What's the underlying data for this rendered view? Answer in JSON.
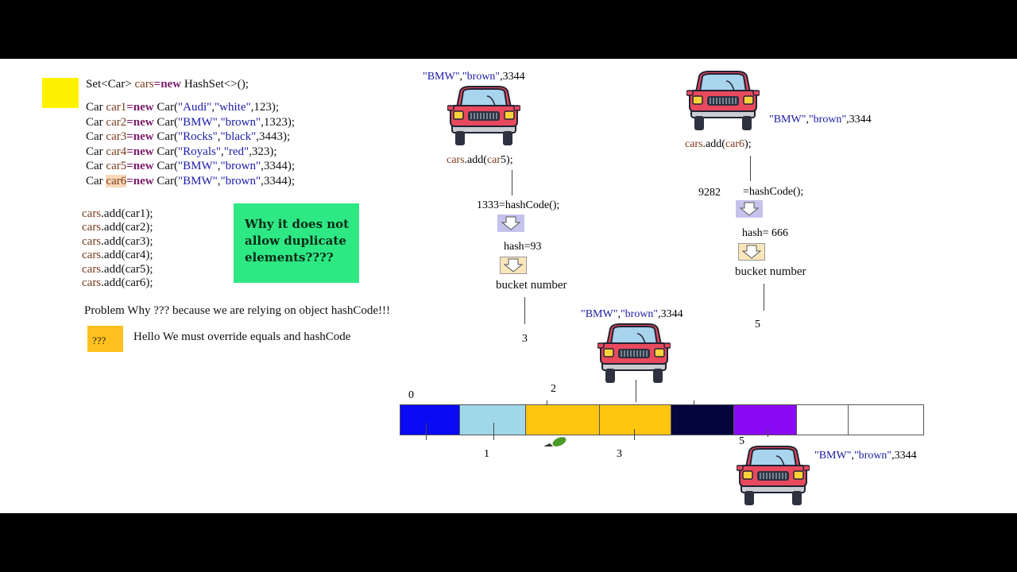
{
  "code": {
    "decl": {
      "a": "Set<Car> ",
      "b": "cars",
      "c": "=",
      "d": "new",
      "e": " HashSet<>();"
    },
    "cars": [
      {
        "v": "car1",
        "args": [
          "\"Audi\"",
          ",",
          "\"white\"",
          ",123);"
        ]
      },
      {
        "v": "car2",
        "args": [
          "\"BMW\"",
          ",",
          "\"brown\"",
          ",1323);"
        ]
      },
      {
        "v": "car3",
        "args": [
          "\"Rocks\"",
          ",",
          "\"black\"",
          ",3443);"
        ]
      },
      {
        "v": "car4",
        "args": [
          "\"Royals\"",
          ",",
          "\"red\"",
          ",323);"
        ]
      },
      {
        "v": "car5",
        "args": [
          "\"BMW\"",
          ",",
          "\"brown\"",
          ",3344);"
        ]
      },
      {
        "v": "car6",
        "args": [
          "\"BMW\"",
          ",",
          "\"brown\"",
          ",3344);"
        ]
      }
    ],
    "car_word": "Car ",
    "new_word": "new",
    "eq": "=",
    "ctor": " Car(",
    "adds": [
      "car1",
      "car2",
      "car3",
      "car4",
      "car5",
      "car6"
    ],
    "add_prefix": "cars",
    "add_mid": ".add(",
    "add_suffix": ");"
  },
  "callout": {
    "line1": "Why it does not",
    "line2": "allow duplicate",
    "line3": "elements????"
  },
  "problem_text": "Problem Why ??? because we are relying on object hashCode!!!",
  "qbox_text": "???",
  "hello_text": "Hello We must override equals and hashCode",
  "flow_left": {
    "label": {
      "a": "\"BMW\"",
      "b": ",",
      "c": "\"brown\"",
      "d": ",3344"
    },
    "add": {
      "a": "cars",
      "b": ".add(",
      "c": "car",
      "d": "5",
      "e": ");"
    },
    "hashcode": "1333=hashCode();",
    "hash": "hash=93",
    "bucket": "bucket number",
    "num": "3"
  },
  "flow_right": {
    "label": {
      "a": "\"BMW\"",
      "b": ",",
      "c": "\"brown\"",
      "d": ",3344"
    },
    "add": {
      "a": "cars",
      "b": ".add(",
      "c": "car6",
      "d": ");"
    },
    "code_num": "9282",
    "hashcode": "=hashCode();",
    "hash": "hash= 666",
    "bucket": "bucket number",
    "num": "5"
  },
  "middle_label": {
    "a": "\"BMW\"",
    "b": ",",
    "c": "\"brown\"",
    "d": ",3344"
  },
  "bottom_label": {
    "a": "\"BMW\"",
    "b": ",",
    "c": "\"brown\"",
    "d": ",3344"
  },
  "bucket_labels": {
    "b0": "0",
    "b1": "1",
    "b2": "2",
    "b3": "3",
    "b5": "5"
  },
  "colors": {
    "buckets": [
      "#0a0af5",
      "#a0d8ea",
      "#ffc50f",
      "#ffc50f",
      "#05053d",
      "#8a0af5",
      "#ffffff",
      "#ffffff"
    ],
    "yellow": "#fff200",
    "green": "#2ee884",
    "orange": "#ffc11f"
  }
}
